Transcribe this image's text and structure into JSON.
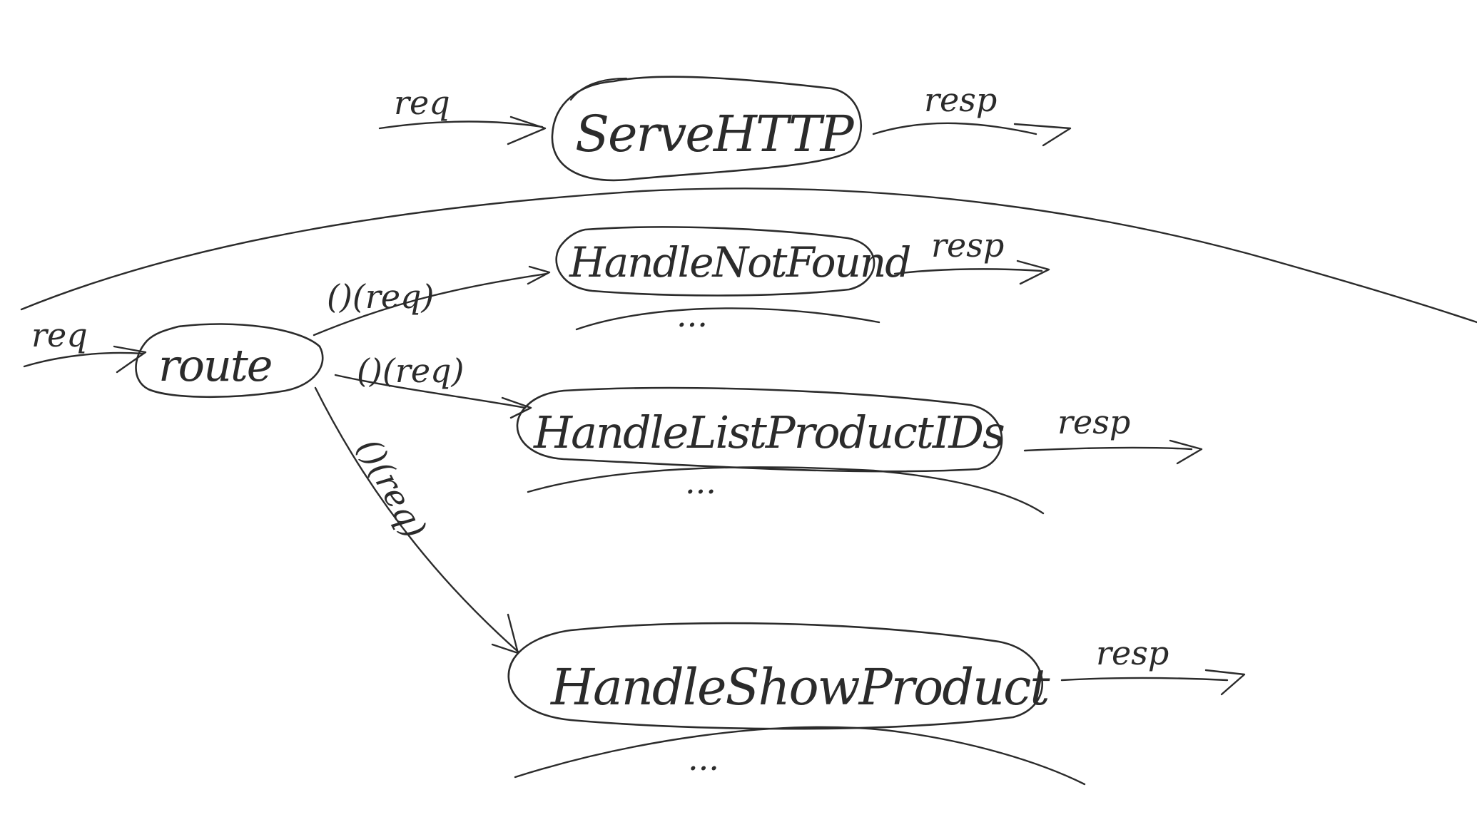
{
  "diagram": {
    "ink_color": "#2b2b2b",
    "background": "#ffffff",
    "nodes": [
      {
        "id": "server",
        "label": "ServeHTTP"
      },
      {
        "id": "route",
        "label": "route"
      },
      {
        "id": "notfound",
        "label": "HandleNotFound"
      },
      {
        "id": "list",
        "label": "HandleListProductIDs"
      },
      {
        "id": "show",
        "label": "HandleShowProduct"
      }
    ],
    "edge_labels": {
      "server_in": "req",
      "server_out": "resp",
      "route_in": "req",
      "route_to_notfound": "()(req)",
      "route_to_list": "()(req)",
      "route_to_show": "()(req)",
      "notfound_out": "resp",
      "list_out": "resp",
      "show_out": "resp"
    },
    "ellipsis": "..."
  }
}
